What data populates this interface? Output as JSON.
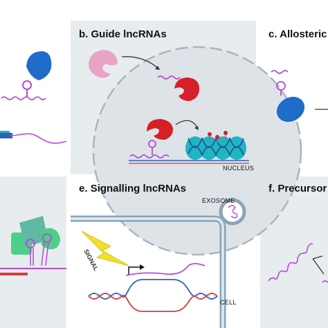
{
  "panels": {
    "b": {
      "title": "b. Guide lncRNAs",
      "compartment_label": "NUCLEUS"
    },
    "c": {
      "title": "c. Allosteric l"
    },
    "e": {
      "title": "e. Signalling lncRNAs",
      "top_label": "EXOSOME",
      "bottom_label": "CELL",
      "signal_label": "SIGNAL"
    },
    "f": {
      "title": "f. Precursor l"
    }
  },
  "colors": {
    "panel_bg": "#e7ecef",
    "panel_bg_light": "#eef2f4",
    "rna": "#b54ad6",
    "protein_red": "#d61f26",
    "protein_blue": "#1f6cc9",
    "protein_pink": "#e9a3c6",
    "nucleosome": "#21b4c2",
    "dna_red": "#d83a3a",
    "dna_blue": "#2d62b8",
    "membrane": "#8aa4b8",
    "signal": "#f2df2a",
    "green": "#4ccf87"
  }
}
